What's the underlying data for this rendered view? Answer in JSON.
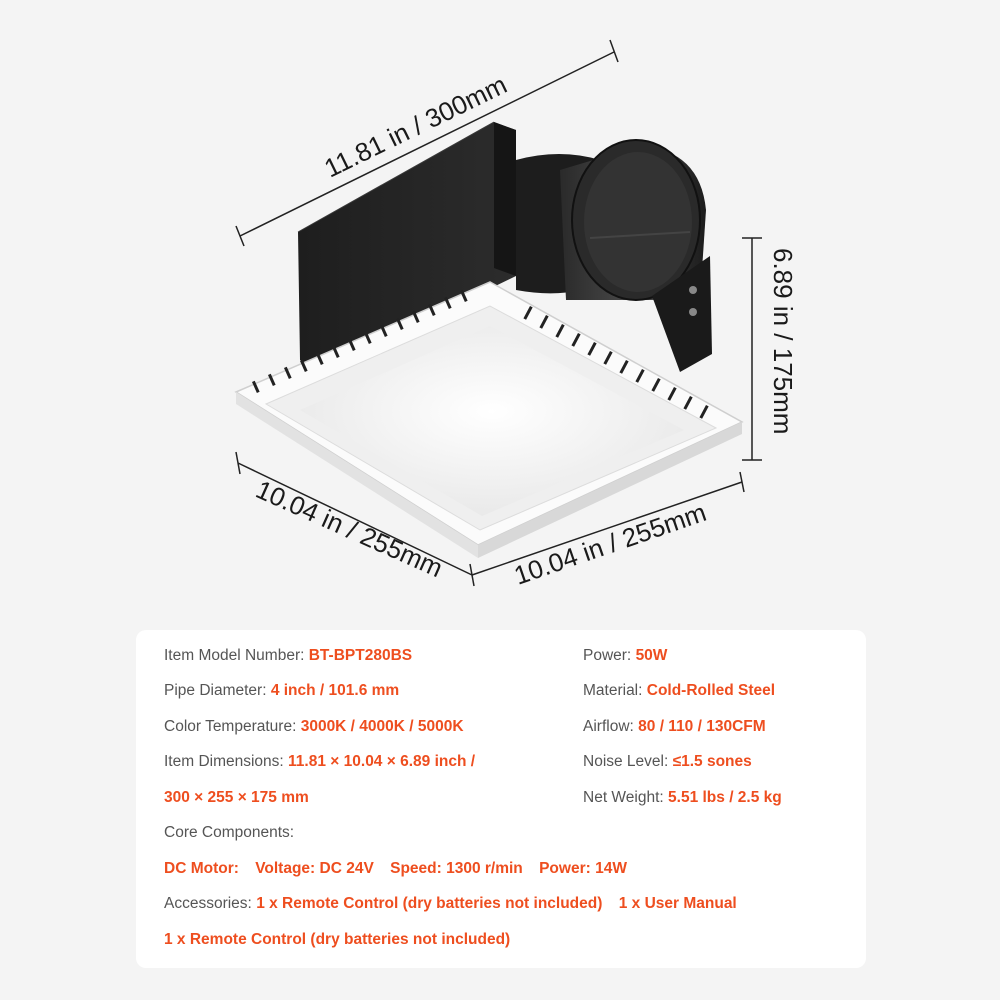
{
  "dimensions": {
    "length": "11.81 in / 300mm",
    "height": "6.89 in / 175mm",
    "width_left": "10.04 in / 255mm",
    "width_right": "10.04 in / 255mm"
  },
  "specs": {
    "model_label": "Item Model Number:",
    "model_value": "BT-BPT280BS",
    "pipe_label": "Pipe Diameter:",
    "pipe_value": "4 inch / 101.6 mm",
    "color_temp_label": "Color Temperature:",
    "color_temp_value": "3000K / 4000K / 5000K",
    "dimensions_label": "Item Dimensions:",
    "dimensions_value_1": "11.81 × 10.04 × 6.89 inch /",
    "dimensions_value_2": "300 × 255 × 175 mm",
    "core_label": "Core Components:",
    "motor_value": "DC Motor:",
    "voltage_value": "Voltage: DC 24V",
    "speed_value": "Speed: 1300 r/min",
    "motor_power_value": "Power: 14W",
    "accessories_label": "Accessories:",
    "accessory_1": "1 x Remote Control (dry batteries not included)",
    "accessory_2": "1 x User Manual",
    "accessory_3": "1 x Remote Control (dry batteries not included)",
    "power_label": "Power:",
    "power_value": "50W",
    "material_label": "Material:",
    "material_value": "Cold-Rolled Steel",
    "airflow_label": "Airflow:",
    "airflow_value": "80 / 110 / 130CFM",
    "noise_label": "Noise Level:",
    "noise_value": "≤1.5 sones",
    "weight_label": "Net Weight:",
    "weight_value": "5.51 lbs / 2.5 kg"
  },
  "colors": {
    "accent": "#ee4e1f",
    "label": "#555555",
    "background": "#f4f4f4",
    "card": "#ffffff"
  }
}
